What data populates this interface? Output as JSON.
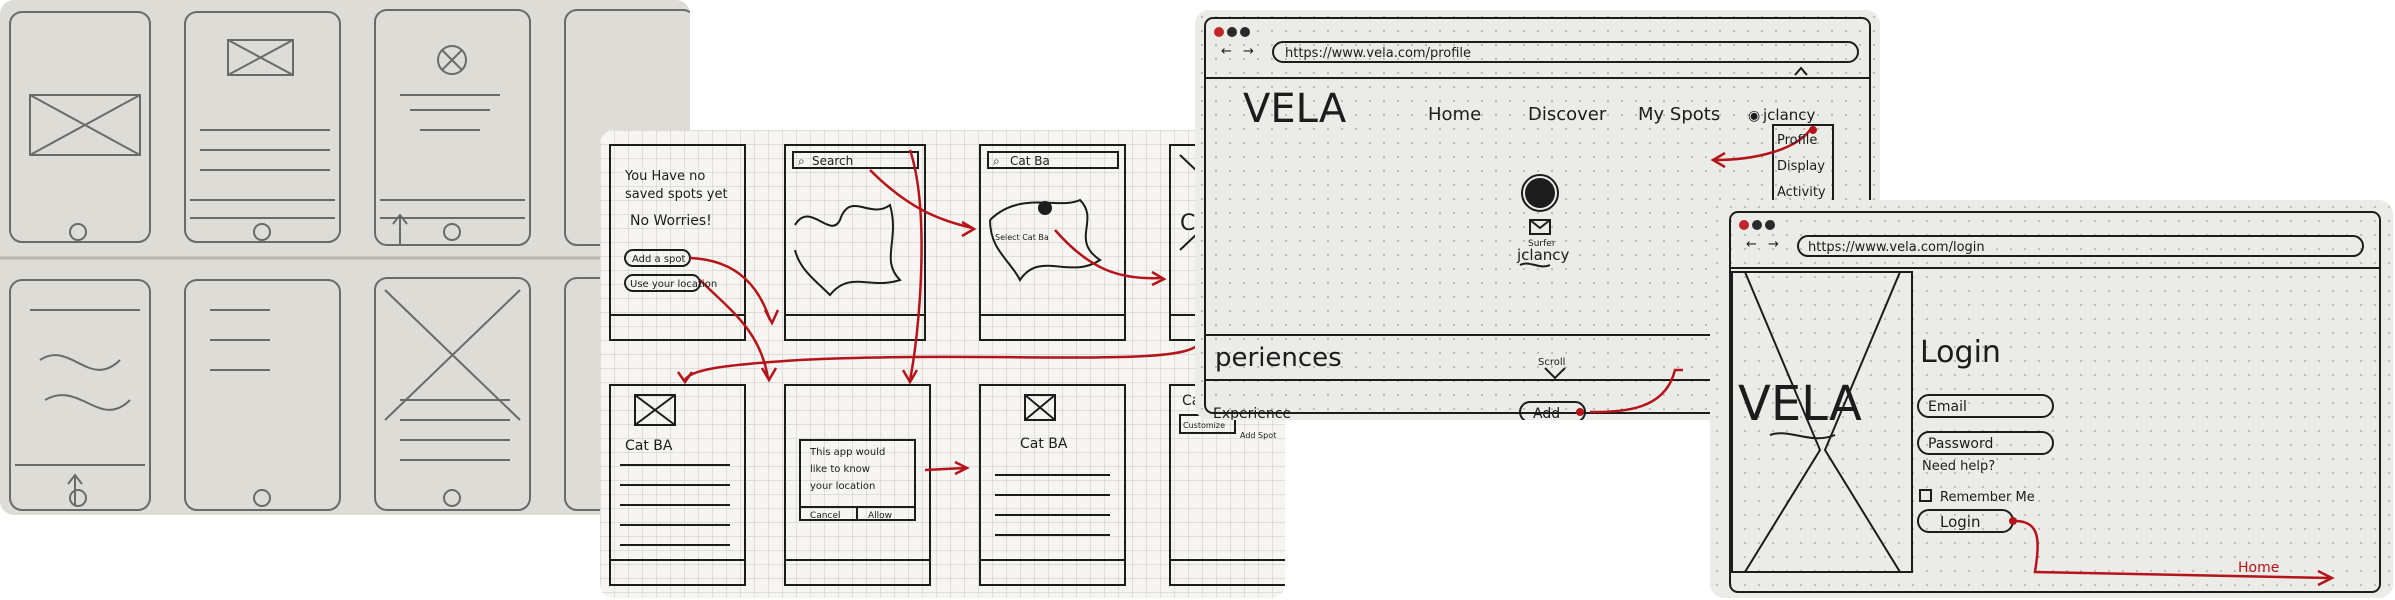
{
  "mobile_grid": {
    "screen1": {
      "msg1": "You Have no",
      "msg2": "saved spots yet",
      "msg3": "No Worries!",
      "btn1": "Add a spot",
      "btn2": "Use your location"
    },
    "screen2": {
      "search": "Search"
    },
    "screen3": {
      "search": "Cat Ba",
      "pin": "Select Cat Ba"
    },
    "screen4": {
      "title": "CAT BA"
    },
    "screen5": {
      "title": "Cat BA"
    },
    "screen6": {
      "l1": "This app would",
      "l2": "like to know",
      "l3": "your location",
      "cancel": "Cancel",
      "allow": "Allow"
    },
    "screen7": {
      "title": "Cat BA"
    },
    "screen8": {
      "title": "Cat BA",
      "add": "Add Spot",
      "customize": "Customize"
    }
  },
  "profile": {
    "url": "https://www.vela.com/profile",
    "logo": "VELA",
    "nav": [
      "Home",
      "Discover",
      "My Spots"
    ],
    "user": "jclancy",
    "menu": [
      "Profile",
      "Display",
      "Activity"
    ],
    "avatar_caption": "Surfer",
    "username": "jclancy",
    "section": "periences",
    "scroll": "Scroll",
    "experience": "Experience",
    "add": "Add"
  },
  "login": {
    "url": "https://www.vela.com/login",
    "logo": "VELA",
    "title": "Login",
    "email": "Email",
    "password": "Password",
    "help": "Need help?",
    "remember": "Remember Me",
    "button": "Login",
    "home": "Home"
  }
}
